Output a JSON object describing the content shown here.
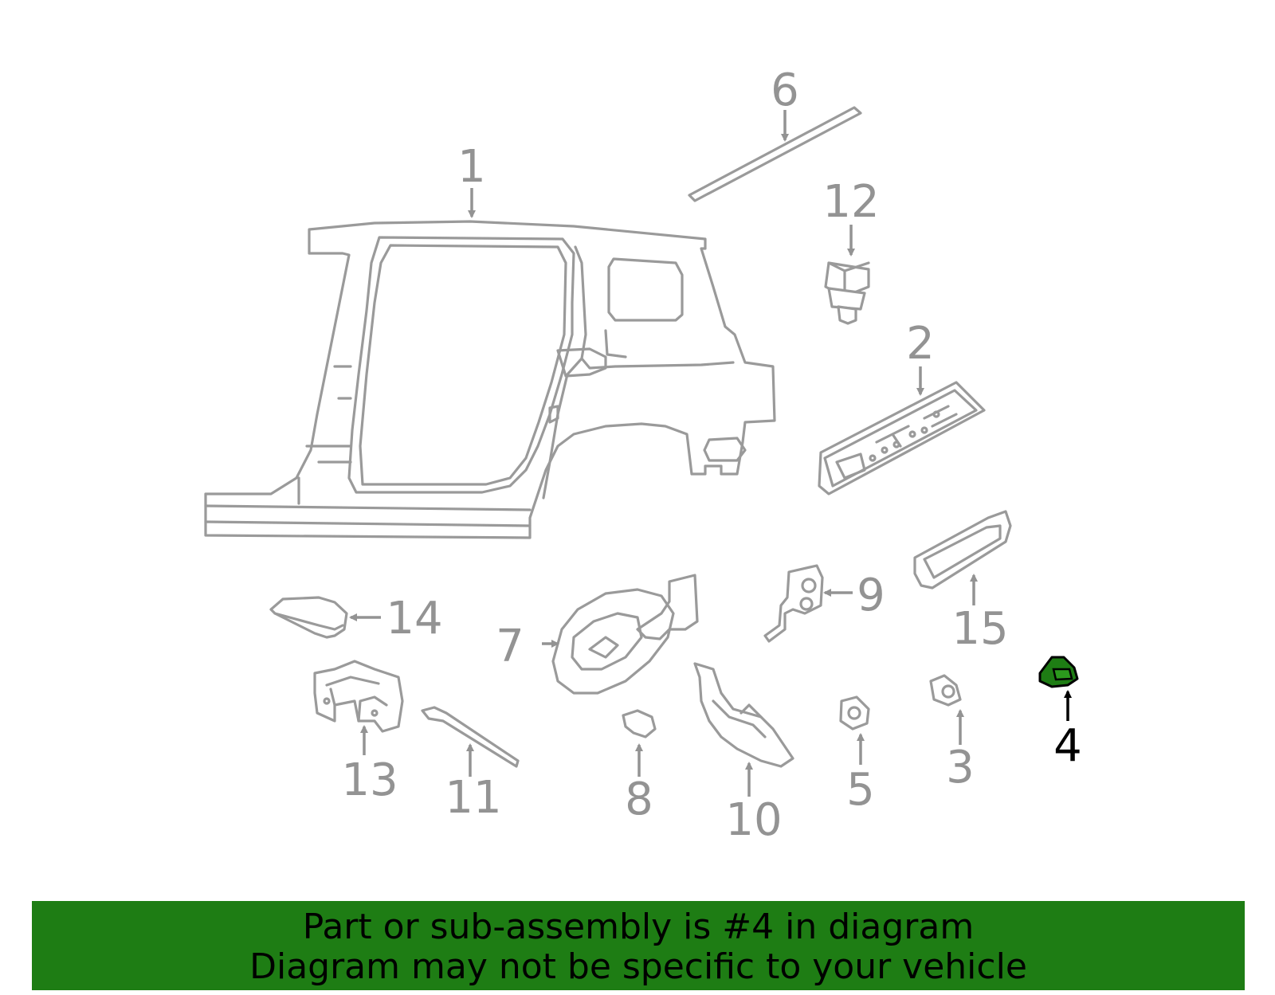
{
  "diagram": {
    "callouts": [
      {
        "id": "1",
        "label": "1"
      },
      {
        "id": "2",
        "label": "2"
      },
      {
        "id": "3",
        "label": "3"
      },
      {
        "id": "4",
        "label": "4"
      },
      {
        "id": "5",
        "label": "5"
      },
      {
        "id": "6",
        "label": "6"
      },
      {
        "id": "7",
        "label": "7"
      },
      {
        "id": "8",
        "label": "8"
      },
      {
        "id": "9",
        "label": "9"
      },
      {
        "id": "10",
        "label": "10"
      },
      {
        "id": "11",
        "label": "11"
      },
      {
        "id": "12",
        "label": "12"
      },
      {
        "id": "13",
        "label": "13"
      },
      {
        "id": "14",
        "label": "14"
      },
      {
        "id": "15",
        "label": "15"
      }
    ],
    "highlighted_part": "4",
    "colors": {
      "line_art": "#9a9a9a",
      "highlight_fill": "#1e7d14",
      "highlight_label": "#000000",
      "footer_background": "#1e7d14"
    }
  },
  "footer": {
    "line1": "Part or sub-assembly is #4 in diagram",
    "line2": "Diagram may not be specific to your vehicle"
  }
}
